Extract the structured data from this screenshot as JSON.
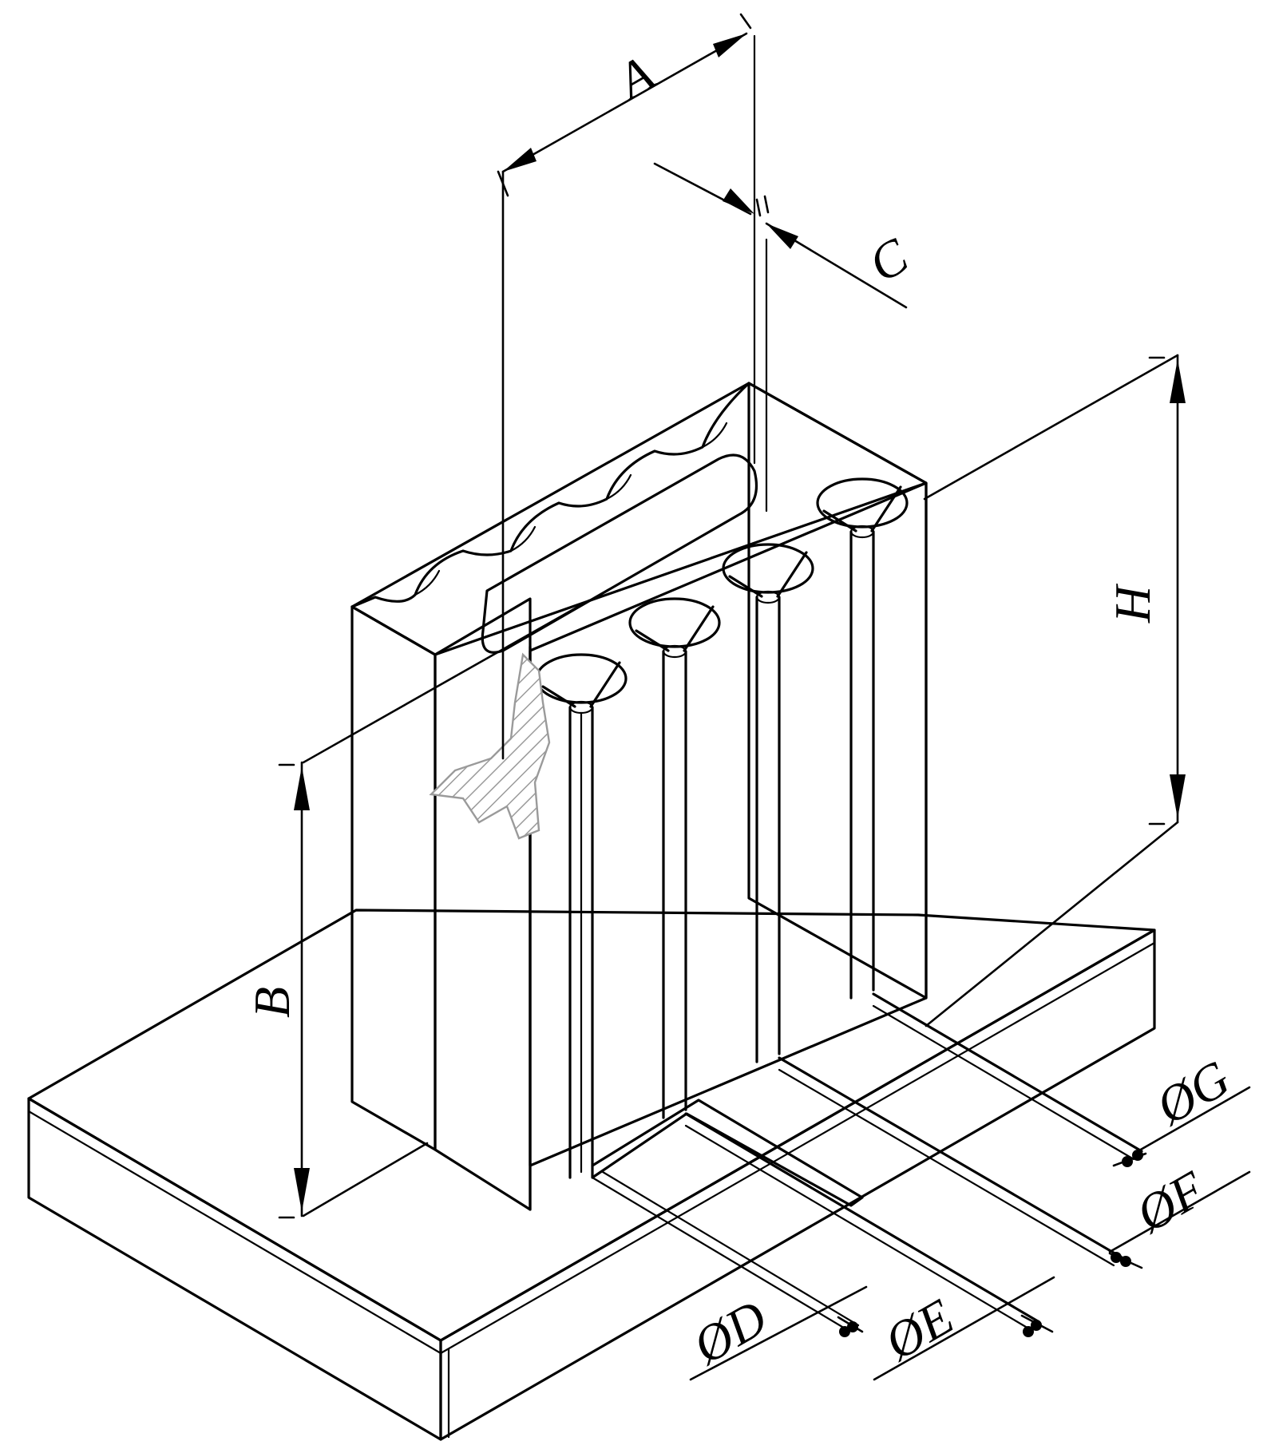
{
  "diagram": {
    "labels": {
      "A": "A",
      "B": "B",
      "C": "C",
      "H": "H",
      "D": "ØD",
      "E": "ØE",
      "F": "ØF",
      "G": "ØG"
    },
    "colors": {
      "line": "#000000",
      "hatch": "#9a9a9a",
      "background": "#ffffff"
    }
  }
}
